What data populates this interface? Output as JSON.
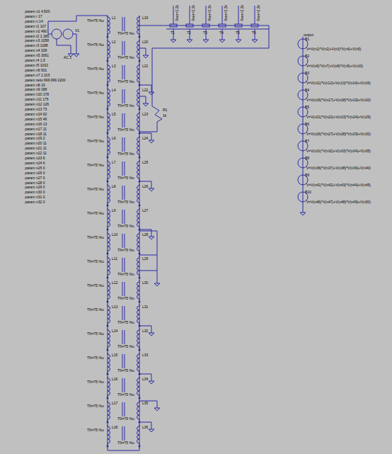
{
  "diagram": {
    "labels": [
      ".param n1 4.500",
      ".param r 17",
      ".param n 14",
      ".param r1 107",
      ".param n2 490",
      ".param r2 1.185",
      ".param n3 1058",
      ".param r3 1188",
      ".param n4 328",
      ".param n5 3061",
      ".param r4 1.5",
      ".param r5 1032",
      ".param n6 501",
      ".param n7 1.315",
      ".param ratio 999.999 2200",
      ".param n8 19",
      ".param n9 188",
      ".param n10 178",
      ".param n11 175",
      ".param n12 126",
      ".param n13 73",
      ".param n14 62",
      ".param n15 46",
      ".param n16 13",
      ".param n17 11",
      ".param n18 11",
      ".param n19 2",
      ".param n20 11",
      ".param n21 11",
      ".param n22 11",
      ".param n23 6",
      ".param n24 6",
      ".param n25 0",
      ".param n26 0",
      ".param n27 0",
      ".param n28 0",
      ".param n29 0",
      ".param n30 0",
      ".param n31 0",
      ".param n32 0",
      "AC 1",
      "V1",
      "TN=75 %u",
      "TN=75 %u",
      "TN=75 %u",
      "TN=75 %u",
      "TN=75 %u",
      "TN=75 %u",
      "TN=75 %u",
      "TN=75 %u",
      "TN=75 %u",
      "TN=75 %u",
      "TN=75 %u",
      "TN=75 %u",
      "TN=75 %u",
      "TN=75 %u",
      "TN=75 %u",
      "TN=75 %u",
      "TN=75 %u",
      "TN=75 %u",
      "TN=75 %u",
      "TN=75 %u",
      "TN=75 %u",
      "TN=75 %u",
      "TN=75 %u",
      "TN=75 %u",
      "TN=75 %u",
      "TN=75 %u",
      "TN=75 %u",
      "TN=75 %u",
      "TN=75 %u",
      "TN=75 %u",
      "TN=75 %u",
      "TN=75 %u",
      "TN=75 %u",
      "TN=75 %u",
      "TN=75 %u",
      "TN=75 %u",
      "L1",
      "L2",
      "L3",
      "L4",
      "L5",
      "L6",
      "L7",
      "L8",
      "L9",
      "L10",
      "L11",
      "L12",
      "L13",
      "L14",
      "L15",
      "L16",
      "L17",
      "L18",
      "L19",
      "L20",
      "L21",
      "L22",
      "L23",
      "L24",
      "L25",
      "L26",
      "L27",
      "L28",
      "L29",
      "L30",
      "L31",
      "L32",
      "L33",
      "L34",
      "L35",
      "L36",
      "Rser=2.2k",
      "Rser=2.2k",
      "Rser=2.2k",
      "Rser=2.2k",
      "Rser=2.2k",
      "Rser=2.2k",
      "T1",
      "T2",
      "T3",
      "T4",
      "T5",
      "T6",
      "R1",
      "1k",
      "output",
      "B1",
      "B2",
      "B3",
      "B4",
      "B5",
      "B6",
      "B7",
      "B8",
      "B9",
      "B10",
      "V=V(n1)*V(n2)+V(n3)*V(n4)+V(n5)",
      "V=V(n6)*V(n7)+V(n8)*V(n9)+V(n10)",
      "V=V(n11)*V(n12)+V(n13)*V(n14)+V(n15)",
      "V=V(n16)*V(n17)+V(n18)*V(n19)+V(n20)",
      "V=V(n21)*V(n22)+V(n23)*V(n24)+V(n25)",
      "V=V(n26)*V(n27)+V(n28)*V(n29)+V(n30)",
      "V=V(n31)*V(n32)+V(n33)*V(n34)+V(n35)",
      "V=V(n36)*V(n37)+V(n38)*V(n39)+V(n40)",
      "V=V(n41)*V(n42)+V(n43)*V(n44)+V(n45)",
      "V=V(n46)*V(n47)+V(n48)*V(n49)+V(n50)"
    ]
  }
}
